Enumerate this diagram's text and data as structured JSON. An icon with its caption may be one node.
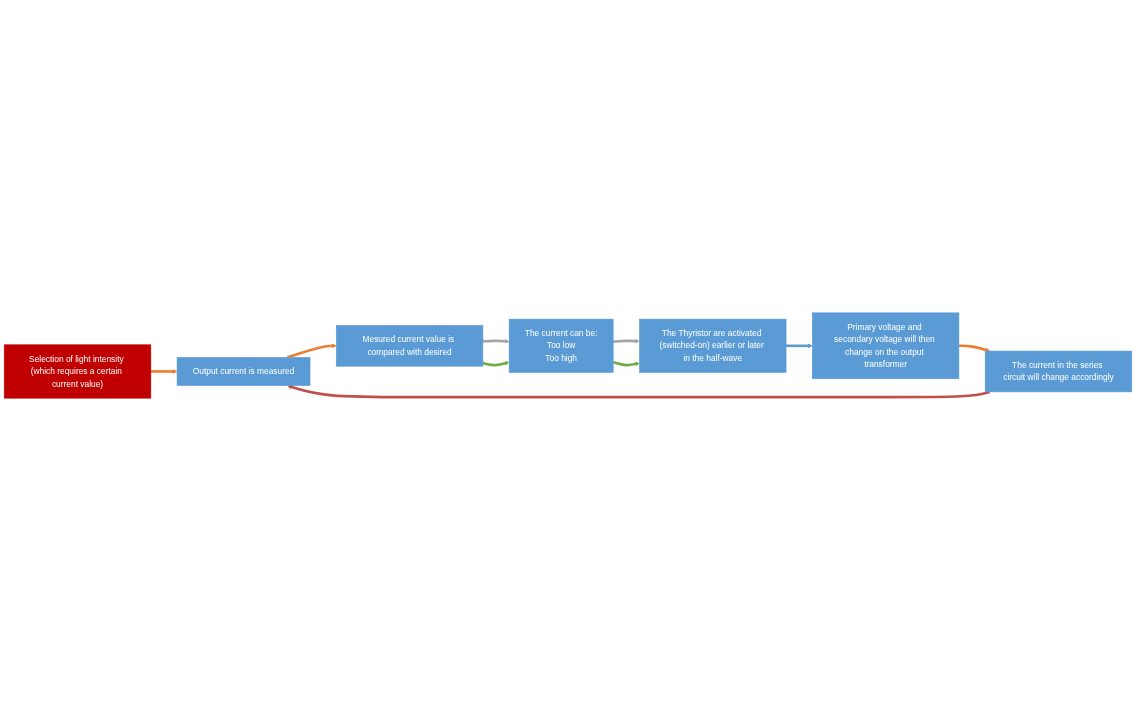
{
  "diagram": {
    "nodes": [
      {
        "text": [
          "Selection of light intensity (which requires a certain current value)"
        ]
      },
      {
        "text": [
          "Output current is measured"
        ]
      },
      {
        "text": [
          "Mesured current value is compared with desired"
        ]
      },
      {
        "text": [
          "The current can be:",
          "Too low",
          "Too high"
        ]
      },
      {
        "text": [
          "The Thyristor are activated (switched-on) earlier or later in the half-wave"
        ]
      },
      {
        "text": [
          "Primary voltage and secondary voltage will then change on the output transformer"
        ]
      },
      {
        "text": [
          "The current in the series circuit will change accordingly"
        ]
      }
    ],
    "edges": [
      {
        "from": 0,
        "to": 1,
        "arrow": "to"
      },
      {
        "from": 1,
        "to": 2,
        "arrow": "to"
      },
      {
        "from": 2,
        "to": 3,
        "arrow": "to",
        "color": "#a5a5a5"
      },
      {
        "from": 2,
        "to": 3,
        "arrow": "to",
        "color": "#70ad47"
      },
      {
        "from": 3,
        "to": 4,
        "arrow": "to",
        "color": "#a5a5a5"
      },
      {
        "from": 3,
        "to": 4,
        "arrow": "to",
        "color": "#70ad47"
      },
      {
        "from": 4,
        "to": 5,
        "arrow": "to",
        "color": "#5b9bd5"
      },
      {
        "from": 5,
        "to": 6,
        "arrow": "to"
      },
      {
        "from": 6,
        "to": 1,
        "arrow": "to",
        "color": "#c0504d"
      }
    ]
  }
}
